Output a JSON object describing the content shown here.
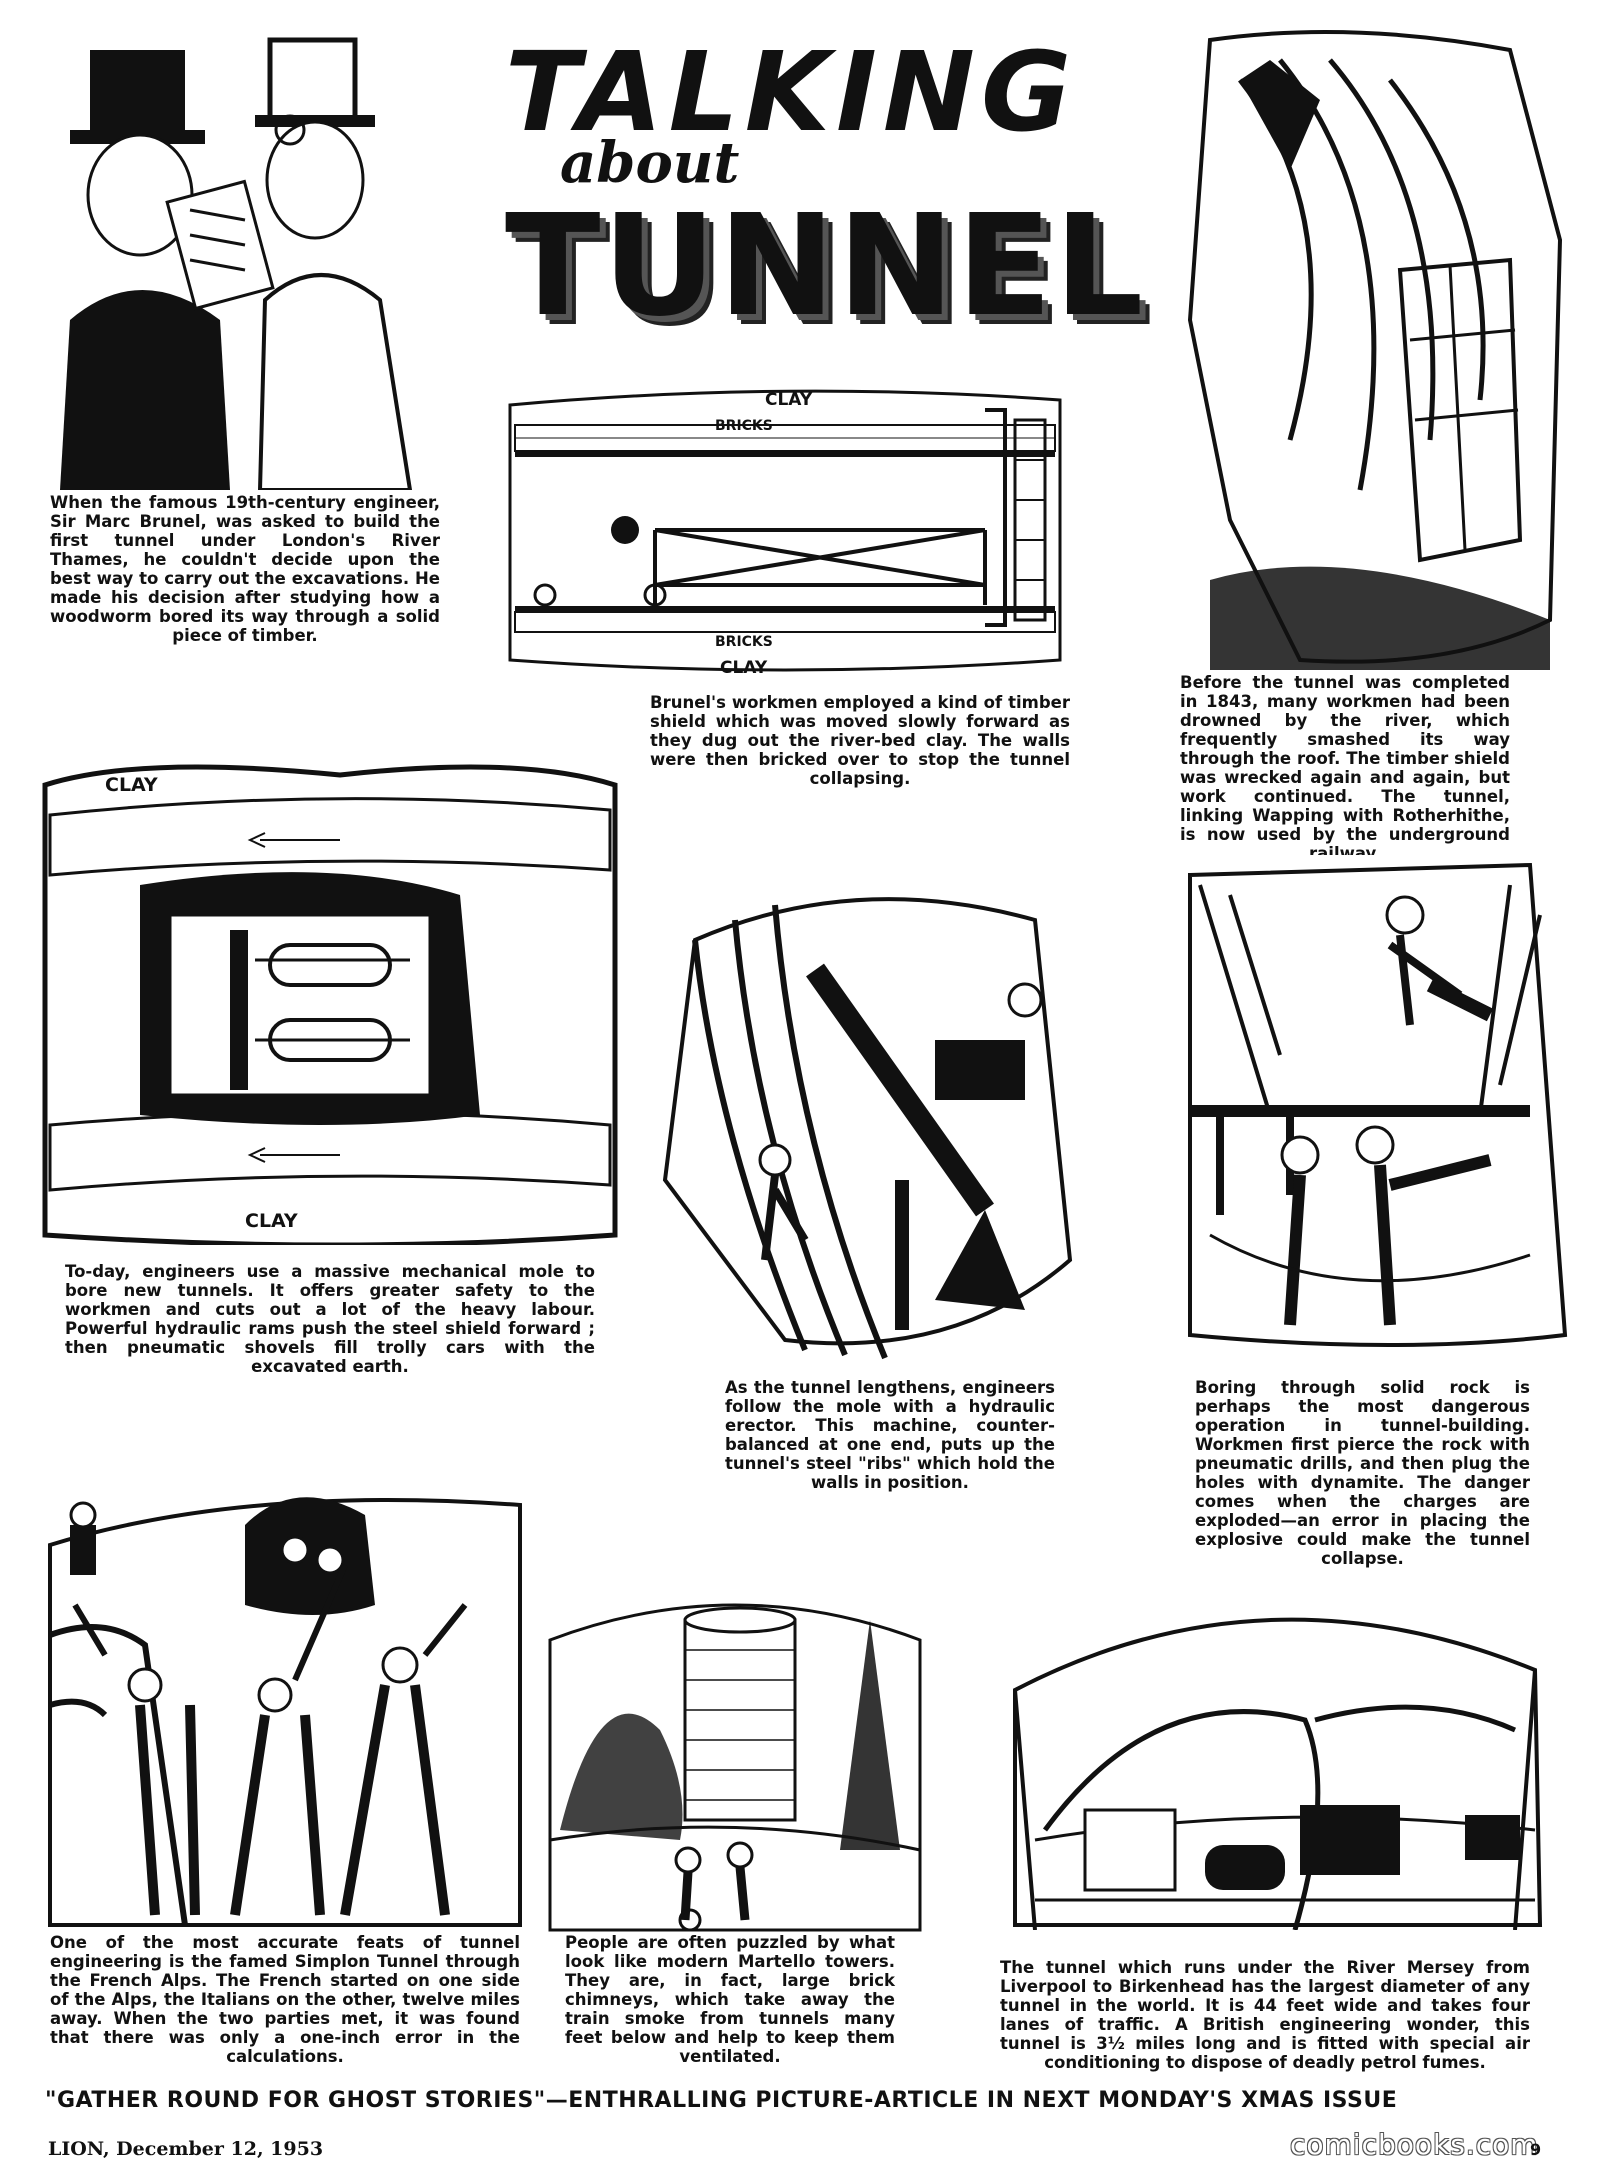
{
  "header": {
    "title_line1": "TALKING",
    "title_line2": "about",
    "title_line3": "TUNNELS-"
  },
  "panels": {
    "brunel": {
      "caption": "When the famous 19th-century engineer, Sir Marc Brunel, was asked to build the first tunnel under London's River Thames, he couldn't decide upon the best way to carry out the excavations. He made his decision after studying how a woodworm bored its way through a solid piece of timber."
    },
    "shield": {
      "labels": {
        "clay_top": "CLAY",
        "bricks_top": "BRICKS",
        "bricks_bottom": "BRICKS",
        "clay_bottom": "CLAY"
      },
      "caption": "Brunel's workmen employed a kind of timber shield which was moved slowly forward as they dug out the river-bed clay. The walls were then bricked over to stop the tunnel collapsing."
    },
    "flood": {
      "caption": "Before the tunnel was completed in 1843, many workmen had been drowned by the river, which frequently smashed its way through the roof. The timber shield was wrecked again and again, but work continued. The tunnel, linking Wapping with Rotherhithe, is now used by the underground railway."
    },
    "mole": {
      "labels": {
        "clay_top": "CLAY",
        "clay_bottom": "CLAY"
      },
      "caption": "To-day, engineers use a massive mechanical mole to bore new tunnels. It offers greater safety to the workmen and cuts out a lot of the heavy labour. Powerful hydraulic rams push the steel shield forward ; then pneumatic shovels fill trolly cars with the excavated earth."
    },
    "erector": {
      "caption": "As the tunnel lengthens, engineers follow the mole with a hydraulic erector. This machine, counter-balanced at one end, puts up the tunnel's steel \"ribs\" which hold the walls in position."
    },
    "rock": {
      "caption": "Boring through solid rock is perhaps the most dangerous operation in tunnel-building. Workmen first pierce the rock with pneumatic drills, and then plug the holes with dynamite. The danger comes when the charges are exploded—an error in placing the explosive could make the tunnel collapse."
    },
    "simplon": {
      "caption": "One of the most accurate feats of tunnel engineering is the famed Simplon Tunnel through the French Alps. The French started on one side of the Alps, the Italians on the other, twelve miles away. When the two parties met, it was found that there was only a one-inch error in the calculations."
    },
    "towers": {
      "caption": "People are often puzzled by what look like modern Martello towers. They are, in fact, large brick chimneys, which take away the train smoke from tunnels many feet below and help to keep them ventilated."
    },
    "mersey": {
      "caption": "The tunnel which runs under the River Mersey from Liverpool to Birkenhead has the largest diameter of any tunnel in the world. It is 44 feet wide and takes four lanes of traffic. A British engineering wonder, this tunnel is 3½ miles long and is fitted with special air conditioning to dispose of deadly petrol fumes."
    }
  },
  "footer": {
    "announcement": "\"GATHER ROUND FOR GHOST STORIES\"—ENTHRALLING PICTURE-ARTICLE IN NEXT MONDAY'S XMAS ISSUE",
    "issue": "LION, December 12, 1953",
    "watermark": "comicbooks.com",
    "page_number": "9"
  }
}
